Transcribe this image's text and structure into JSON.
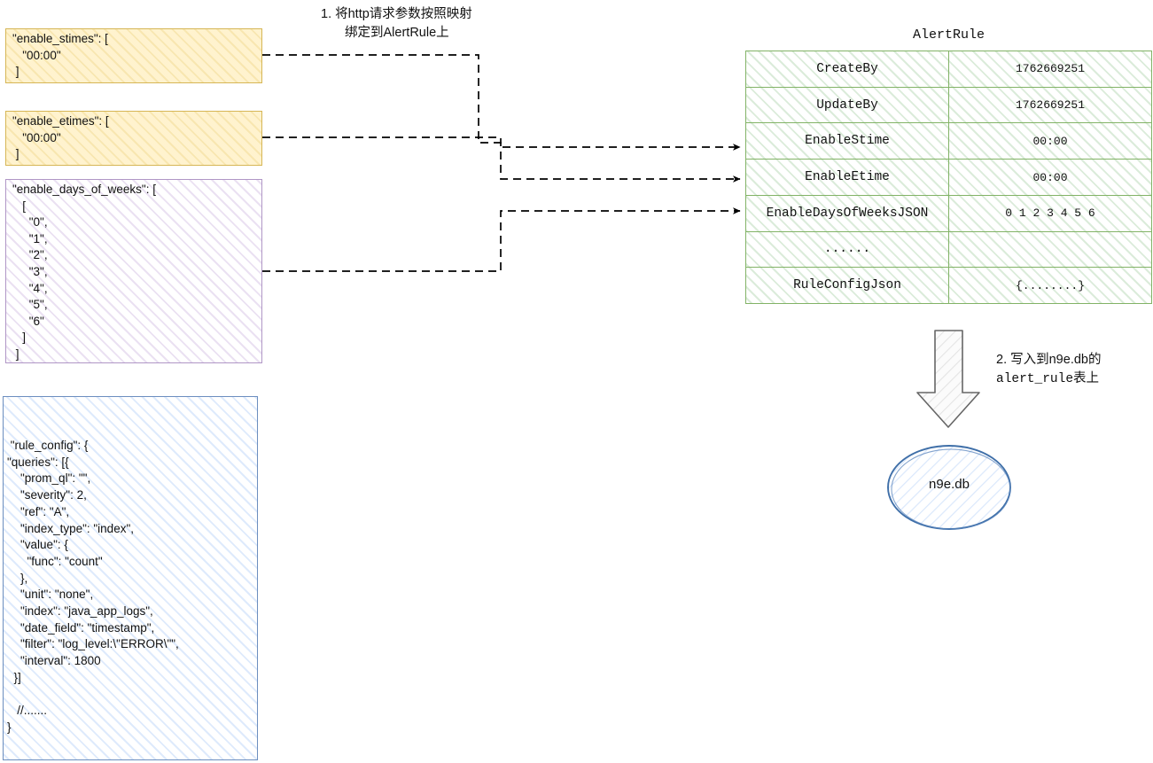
{
  "diagram": {
    "title": "AlertRule mapping flow",
    "colors": {
      "yellow_border": "#d6b656",
      "yellow_fill": "#fff2cc",
      "purple_border": "#b096c6",
      "purple_fill": "#e7dcf0",
      "blue_border": "#6c8ebf",
      "blue_fill": "#dae8fc",
      "green_border": "#82b366",
      "green_fill": "#d5e8d4",
      "connector": "#000000"
    }
  },
  "json_boxes": [
    {
      "id": "enable-stimes",
      "color": "yellow",
      "text": "\"enable_stimes\": [\n   \"00:00\"\n ]"
    },
    {
      "id": "enable-etimes",
      "color": "yellow",
      "text": "\"enable_etimes\": [\n   \"00:00\"\n ]"
    },
    {
      "id": "enable-days-of-weeks",
      "color": "purple",
      "text": "\"enable_days_of_weeks\": [\n   [\n     \"0\",\n     \"1\",\n     \"2\",\n     \"3\",\n     \"4\",\n     \"5\",\n     \"6\"\n   ]\n ]"
    },
    {
      "id": "rule-config",
      "color": "blue",
      "text": " \"rule_config\": {\n\"queries\": [{\n    \"prom_ql\": \"\",\n    \"severity\": 2,\n    \"ref\": \"A\",\n    \"index_type\": \"index\",\n    \"value\": {\n      \"func\": \"count\"\n    },\n    \"unit\": \"none\",\n    \"index\": \"java_app_logs\",\n    \"date_field\": \"timestamp\",\n    \"filter\": \"log_level:\\\"ERROR\\\"\",\n    \"interval\": 1800\n  }]\n\n   //.......\n}"
    }
  ],
  "alert_rule": {
    "title": "AlertRule",
    "rows": [
      {
        "key": "CreateBy",
        "value": "1762669251"
      },
      {
        "key": "UpdateBy",
        "value": "1762669251"
      },
      {
        "key": "EnableStime",
        "value": "00:00"
      },
      {
        "key": "EnableEtime",
        "value": "00:00"
      },
      {
        "key": "EnableDaysOfWeeksJSON",
        "value": "0 1 2 3 4 5 6"
      },
      {
        "key": "......",
        "value": ""
      },
      {
        "key": "RuleConfigJson",
        "value": "{........}"
      }
    ]
  },
  "annotations": [
    {
      "id": "step-1",
      "line1": "1. 将http请求参数按照映射",
      "line2": "绑定到AlertRule上"
    },
    {
      "id": "step-2",
      "line1": "2. 写入到n9e.db的",
      "line2": "alert_rule表上"
    }
  ],
  "database_node": {
    "label": "n9e.db"
  }
}
